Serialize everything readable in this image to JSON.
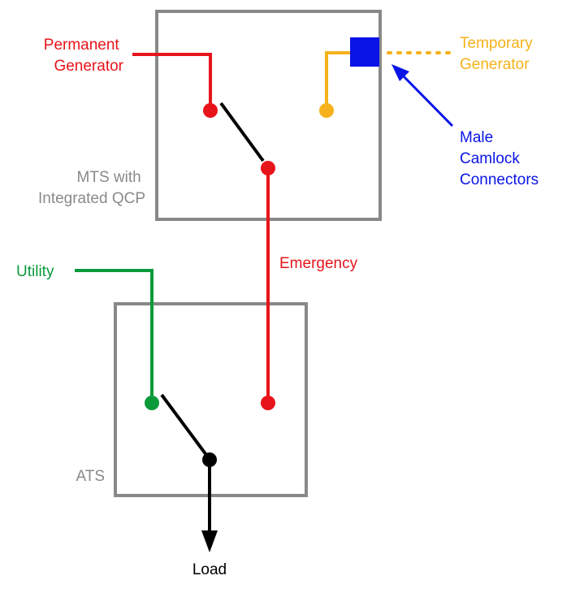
{
  "labels": {
    "permanent_generator": [
      "Permanent",
      "Generator"
    ],
    "temporary_generator": [
      "Temporary",
      "Generator"
    ],
    "male_camlock": [
      "Male",
      "Camlock",
      "Connectors"
    ],
    "mts": [
      "MTS with",
      "Integrated QCP"
    ],
    "utility": "Utility",
    "emergency": "Emergency",
    "ats": "ATS",
    "load": "Load"
  },
  "colors": {
    "red": "#e8141b",
    "orange": "#f5b21a",
    "blue": "#0a14e6",
    "green": "#0b9a3a",
    "black": "#000000",
    "gray_box": "#888888",
    "gray_text": "#8a8a8a"
  }
}
